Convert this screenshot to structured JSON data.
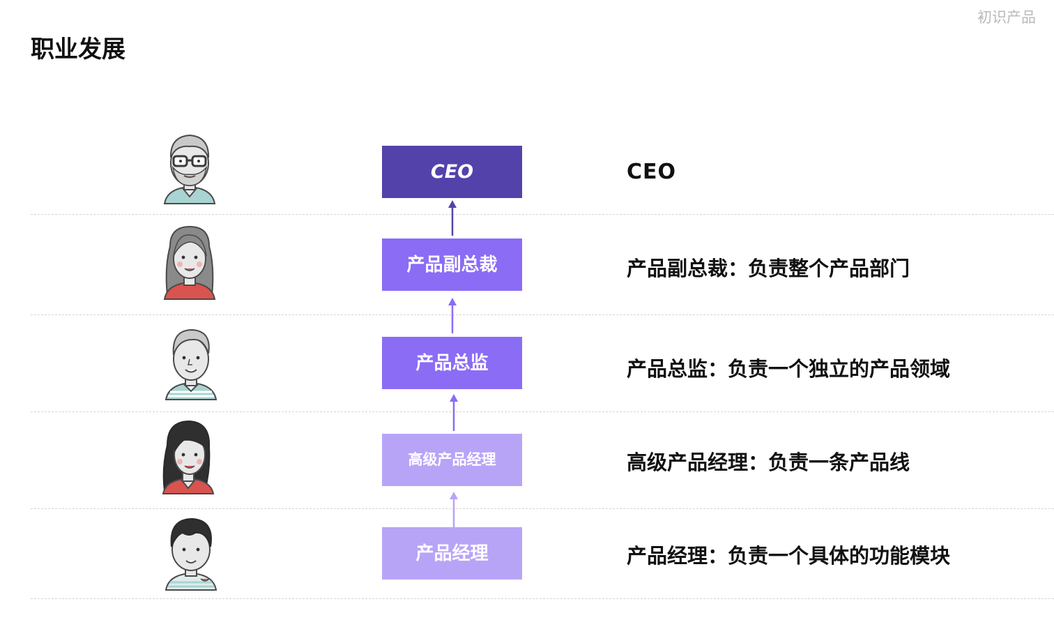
{
  "watermark": "初识产品",
  "page_title": "职业发展",
  "levels": [
    {
      "box": "CEO",
      "desc": "CEO"
    },
    {
      "box": "产品副总裁",
      "desc": "产品副总裁：负责整个产品部门"
    },
    {
      "box": "产品总监",
      "desc": "产品总监：负责一个独立的产品领域"
    },
    {
      "box": "高级产品经理",
      "desc": "高级产品经理：负责一条产品线"
    },
    {
      "box": "产品经理",
      "desc": "产品经理：负责一个具体的功能模块"
    }
  ],
  "colors": {
    "ceo": "#5442ab",
    "vp": "#8b6cf5",
    "director": "#8b6cf5",
    "senior_pm": "#b8a4f7",
    "pm": "#b8a4f7"
  },
  "avatars": [
    "man-glasses-beard-avatar",
    "woman-long-hair-avatar",
    "man-gray-hair-avatar",
    "woman-black-hair-avatar",
    "man-black-hair-avatar"
  ]
}
